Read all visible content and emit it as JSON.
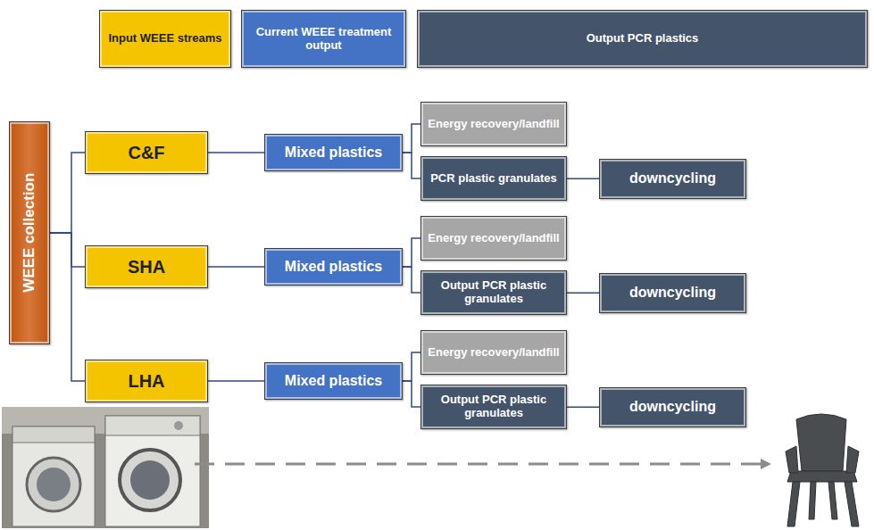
{
  "diagram": {
    "nodes": [
      {
        "text": [
          "Input WEEE streams"
        ]
      },
      {
        "text": [
          "Current WEEE treatment output"
        ]
      },
      {
        "text": [
          "Output PCR plastics"
        ]
      },
      {
        "text": [
          "WEEE collection"
        ]
      },
      {
        "text": [
          "C&F"
        ]
      },
      {
        "text": [
          "Mixed plastics"
        ]
      },
      {
        "text": [
          "Energy recovery/landfill"
        ]
      },
      {
        "text": [
          "PCR plastic granulates"
        ]
      },
      {
        "text": [
          "downcycling"
        ]
      },
      {
        "text": [
          "SHA"
        ]
      },
      {
        "text": [
          "Mixed plastics"
        ]
      },
      {
        "text": [
          "Energy recovery/landfill"
        ]
      },
      {
        "text": [
          "Output PCR plastic granulates"
        ]
      },
      {
        "text": [
          "downcycling"
        ]
      },
      {
        "text": [
          "LHA"
        ]
      },
      {
        "text": [
          "Mixed plastics"
        ]
      },
      {
        "text": [
          "Energy recovery/landfill"
        ]
      },
      {
        "text": [
          "Output PCR plastic granulates"
        ]
      },
      {
        "text": [
          "downcycling"
        ]
      }
    ],
    "edges": [
      {
        "from": 3,
        "to": 4,
        "arrow": "none"
      },
      {
        "from": 3,
        "to": 9,
        "arrow": "none"
      },
      {
        "from": 3,
        "to": 14,
        "arrow": "none"
      },
      {
        "from": 4,
        "to": 5,
        "arrow": "none"
      },
      {
        "from": 5,
        "to": 6,
        "arrow": "none"
      },
      {
        "from": 5,
        "to": 7,
        "arrow": "none"
      },
      {
        "from": 7,
        "to": 8,
        "arrow": "none"
      },
      {
        "from": 9,
        "to": 10,
        "arrow": "none"
      },
      {
        "from": 10,
        "to": 11,
        "arrow": "none"
      },
      {
        "from": 10,
        "to": 12,
        "arrow": "none"
      },
      {
        "from": 12,
        "to": 13,
        "arrow": "none"
      },
      {
        "from": 14,
        "to": 15,
        "arrow": "none"
      },
      {
        "from": 15,
        "to": 16,
        "arrow": "none"
      },
      {
        "from": 15,
        "to": 17,
        "arrow": "none"
      },
      {
        "from": 17,
        "to": 18,
        "arrow": "none"
      }
    ]
  }
}
